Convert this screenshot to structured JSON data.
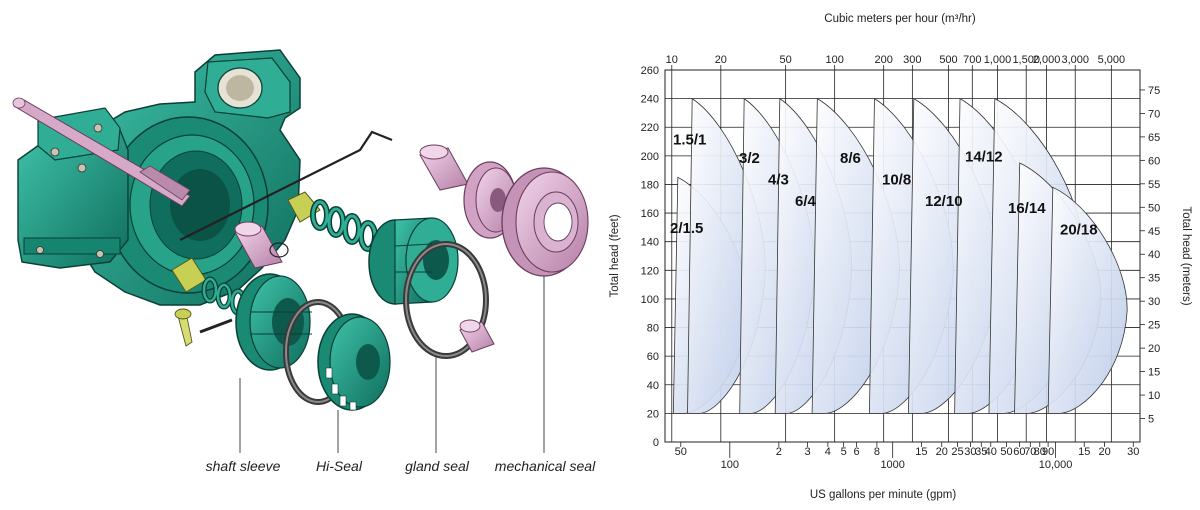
{
  "callouts": [
    {
      "id": "shaft-sleeve",
      "label": "shaft sleeve"
    },
    {
      "id": "hi-seal",
      "label": "Hi-Seal"
    },
    {
      "id": "gland-seal",
      "label": "gland seal"
    },
    {
      "id": "mechanical-seal",
      "label": "mechanical seal"
    }
  ],
  "colors": {
    "pump_body": "#1f9b85",
    "pump_dark": "#0d5a4c",
    "shaft": "#d7a9c9",
    "seal_parts": "#e8b8dc",
    "yellow_parts": "#c8cf55",
    "curve_fill": "#b8c8e8"
  },
  "chart_data": {
    "type": "area",
    "top_axis_title": "Cubic meters per hour (m³/hr)",
    "bottom_axis_title": "US gallons per minute (gpm)",
    "left_axis_title": "Total head (feet)",
    "right_axis_title": "Total head (meters)",
    "x_scale": "log",
    "ylim_feet": [
      0,
      260
    ],
    "ylim_meters": [
      0,
      79.25
    ],
    "left_ticks": [
      "0",
      "20",
      "40",
      "60",
      "80",
      "100",
      "120",
      "140",
      "160",
      "180",
      "200",
      "220",
      "240",
      "260"
    ],
    "right_ticks": [
      "5",
      "10",
      "15",
      "20",
      "25",
      "30",
      "35",
      "40",
      "45",
      "50",
      "55",
      "60",
      "65",
      "70",
      "75"
    ],
    "top_ticks": [
      {
        "text": "10",
        "m3hr": 10
      },
      {
        "text": "20",
        "m3hr": 20
      },
      {
        "text": "50",
        "m3hr": 50
      },
      {
        "text": "100",
        "m3hr": 100
      },
      {
        "text": "200",
        "m3hr": 200
      },
      {
        "text": "300",
        "m3hr": 300
      },
      {
        "text": "500",
        "m3hr": 500
      },
      {
        "text": "700",
        "m3hr": 700
      },
      {
        "text": "1,000",
        "m3hr": 1000
      },
      {
        "text": "1,500",
        "m3hr": 1500
      },
      {
        "text": "2,000",
        "m3hr": 2000
      },
      {
        "text": "3,000",
        "m3hr": 3000
      },
      {
        "text": "5,000",
        "m3hr": 5000
      }
    ],
    "bottom_ticks_row1": [
      {
        "text": "50",
        "gpm": 50
      },
      {
        "text": "2",
        "gpm": 200
      },
      {
        "text": "3",
        "gpm": 300
      },
      {
        "text": "4",
        "gpm": 400
      },
      {
        "text": "5",
        "gpm": 500
      },
      {
        "text": "6",
        "gpm": 600
      },
      {
        "text": "8",
        "gpm": 800
      },
      {
        "text": "15",
        "gpm": 1500
      },
      {
        "text": "20",
        "gpm": 2000
      },
      {
        "text": "25",
        "gpm": 2500
      },
      {
        "text": "30",
        "gpm": 3000
      },
      {
        "text": "35",
        "gpm": 3500
      },
      {
        "text": "40",
        "gpm": 4000
      },
      {
        "text": "50",
        "gpm": 5000
      },
      {
        "text": "60",
        "gpm": 6000
      },
      {
        "text": "70",
        "gpm": 7000
      },
      {
        "text": "80",
        "gpm": 8000
      },
      {
        "text": "90",
        "gpm": 9000
      },
      {
        "text": "15",
        "gpm": 15000
      },
      {
        "text": "20",
        "gpm": 20000
      },
      {
        "text": "30",
        "gpm": 30000
      }
    ],
    "bottom_ticks_row2": [
      {
        "text": "100",
        "gpm": 100
      },
      {
        "text": "1000",
        "gpm": 1000
      },
      {
        "text": "10,000",
        "gpm": 10000
      }
    ],
    "series": [
      {
        "name": "2/1.5",
        "gpm_min": 45,
        "gpm_max": 130,
        "head_min_ft": 20,
        "head_max_ft": 185
      },
      {
        "name": "1.5/1",
        "gpm_min": 55,
        "gpm_max": 165,
        "head_min_ft": 20,
        "head_max_ft": 240
      },
      {
        "name": "3/2",
        "gpm_min": 115,
        "gpm_max": 330,
        "head_min_ft": 20,
        "head_max_ft": 240
      },
      {
        "name": "4/3",
        "gpm_min": 190,
        "gpm_max": 560,
        "head_min_ft": 20,
        "head_max_ft": 240
      },
      {
        "name": "6/4",
        "gpm_min": 320,
        "gpm_max": 1100,
        "head_min_ft": 20,
        "head_max_ft": 240
      },
      {
        "name": "8/6",
        "gpm_min": 720,
        "gpm_max": 2350,
        "head_min_ft": 20,
        "head_max_ft": 240
      },
      {
        "name": "10/8",
        "gpm_min": 1250,
        "gpm_max": 4400,
        "head_min_ft": 20,
        "head_max_ft": 240
      },
      {
        "name": "12/10",
        "gpm_min": 2400,
        "gpm_max": 8600,
        "head_min_ft": 20,
        "head_max_ft": 240
      },
      {
        "name": "14/12",
        "gpm_min": 3900,
        "gpm_max": 15500,
        "head_min_ft": 20,
        "head_max_ft": 240
      },
      {
        "name": "16/14",
        "gpm_min": 5600,
        "gpm_max": 19000,
        "head_min_ft": 20,
        "head_max_ft": 195
      },
      {
        "name": "20/18",
        "gpm_min": 9000,
        "gpm_max": 27500,
        "head_min_ft": 20,
        "head_max_ft": 178
      }
    ]
  }
}
